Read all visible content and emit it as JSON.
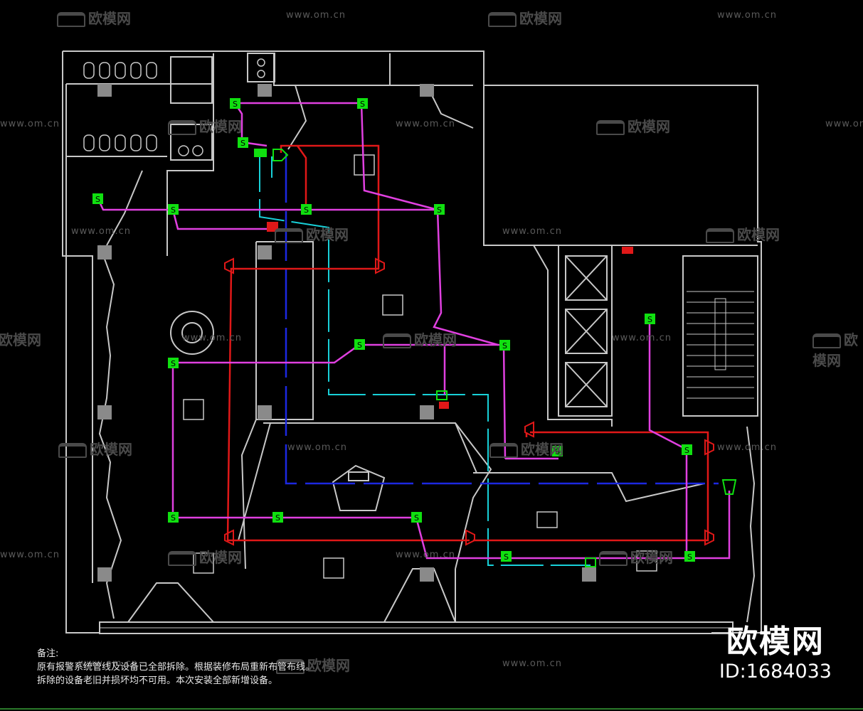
{
  "watermark": {
    "url": "www.om.cn",
    "logo": "欧模网"
  },
  "notes": {
    "heading": "备注:",
    "line1": "原有报警系统管线及设备已全部拆除。根据装修布局重新布管布线。",
    "line2": "拆除的设备老旧并损坏均不可用。本次安装全部新增设备。"
  },
  "brand": {
    "name": "欧模网",
    "id_text": "ID:1684033"
  },
  "device_symbols": {
    "smoke_detector": "S"
  },
  "colors": {
    "background": "#000000",
    "wall": "#c8c8c8",
    "alarm_wire_magenta": "#e040e0",
    "alarm_wire_red": "#e01818",
    "cyan_line": "#18d0d8",
    "blue_line": "#1c28e0",
    "detector_green": "#10e010"
  }
}
